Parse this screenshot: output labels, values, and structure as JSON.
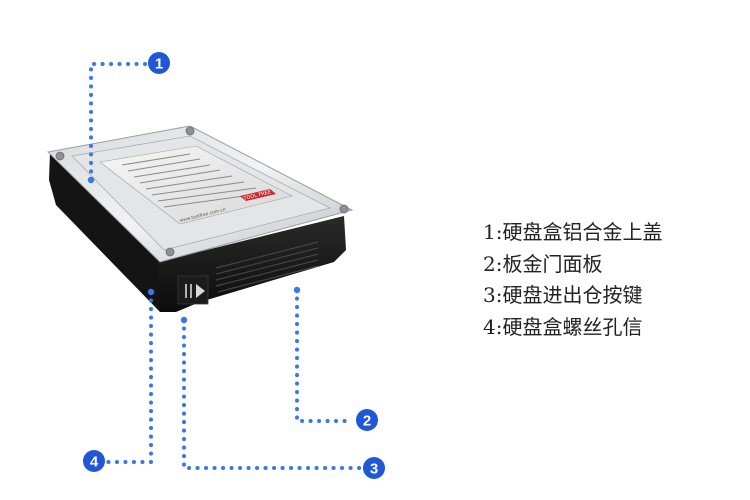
{
  "callouts": [
    {
      "number": "1",
      "text": "1:硬盘盒铝合金上盖"
    },
    {
      "number": "2",
      "text": "2:板金门面板"
    },
    {
      "number": "3",
      "text": "3:硬盘进出仓按键"
    },
    {
      "number": "4",
      "text": "4:硬盘盒螺丝孔信"
    }
  ],
  "product": {
    "brand_label": "TOOL FREE",
    "site_label": "www.toolfree.com.cn"
  },
  "colors": {
    "callout_blue": "#1f57d6",
    "dot_blue": "#3b78e7",
    "text": "#222222"
  }
}
